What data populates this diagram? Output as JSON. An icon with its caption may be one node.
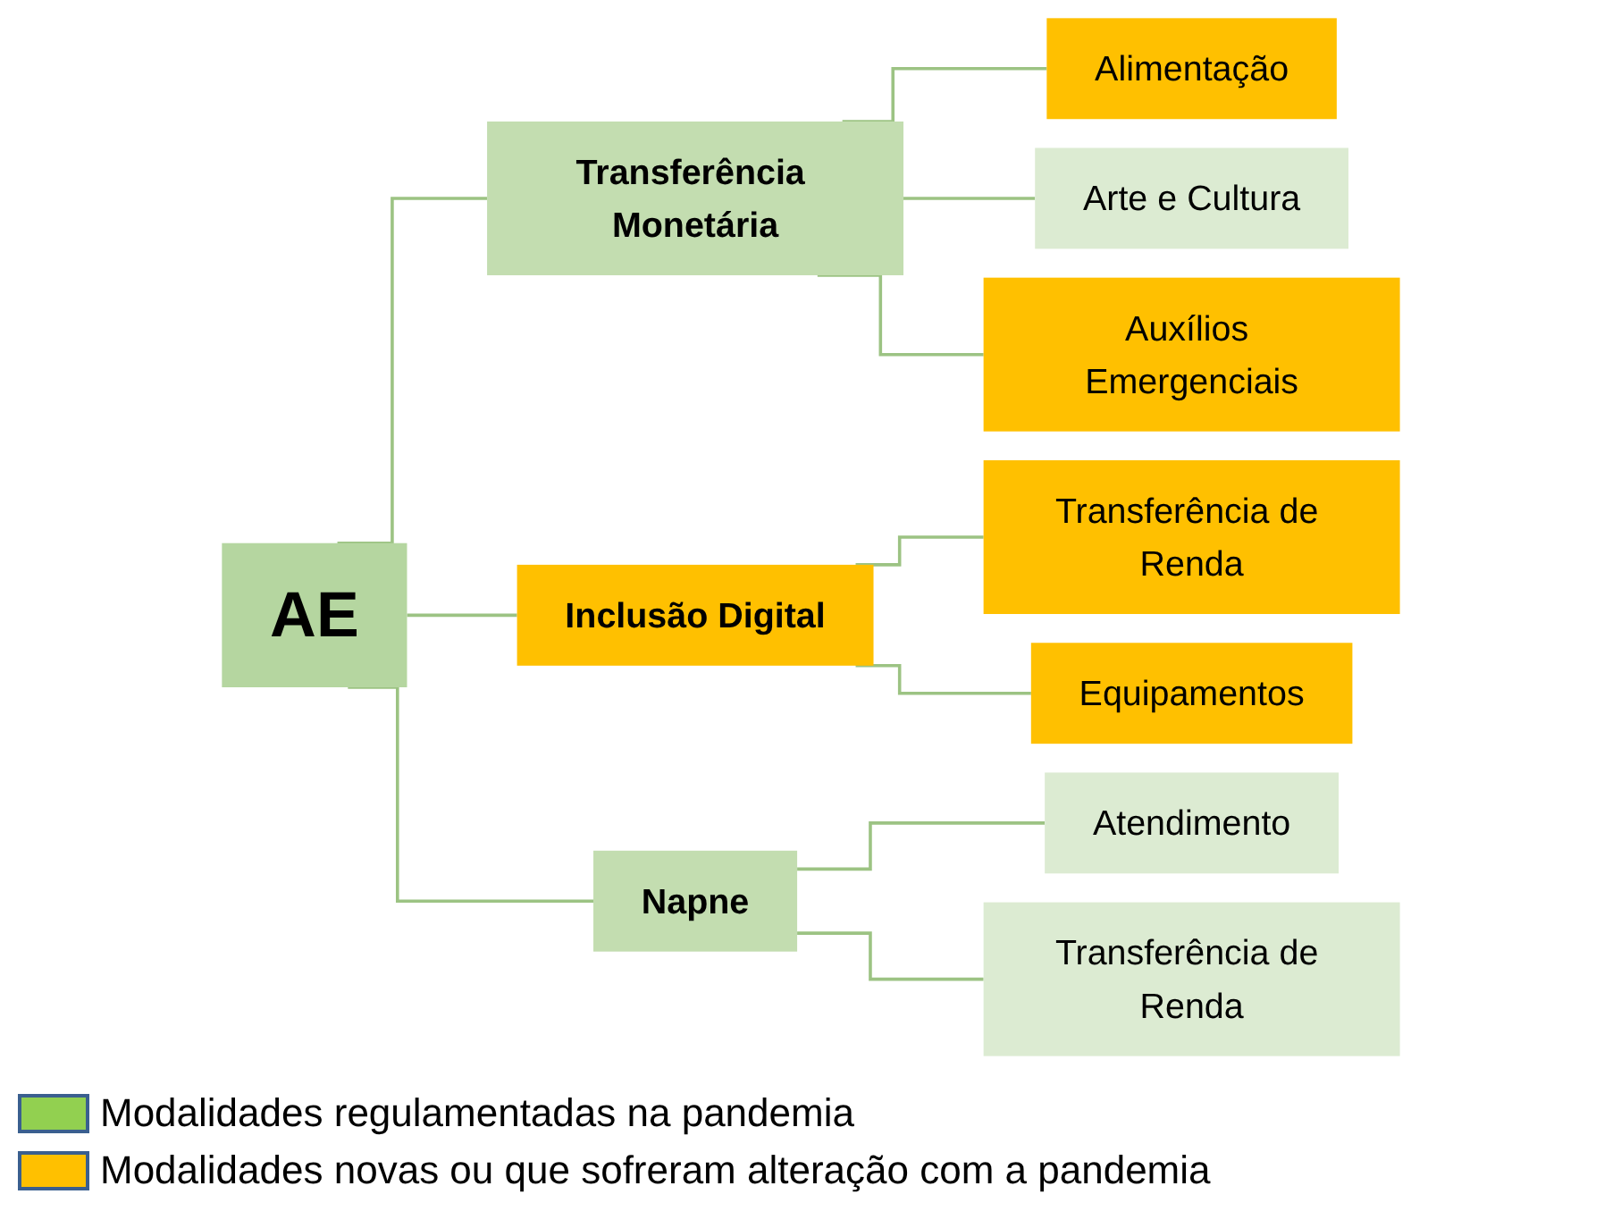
{
  "diagram": {
    "nodes": [
      {
        "text": [
          "AE"
        ]
      },
      {
        "text": [
          "Transferência Monetária"
        ]
      },
      {
        "text": [
          "Alimentação"
        ]
      },
      {
        "text": [
          "Arte e Cultura"
        ]
      },
      {
        "text": [
          "Auxílios Emergenciais"
        ]
      },
      {
        "text": [
          "Inclusão Digital"
        ]
      },
      {
        "text": [
          "Transferência de Renda"
        ]
      },
      {
        "text": [
          "Equipamentos"
        ]
      },
      {
        "text": [
          "Napne"
        ]
      },
      {
        "text": [
          "Atendimento"
        ]
      },
      {
        "text": [
          "Transferência de Renda"
        ]
      }
    ],
    "edges": [
      {
        "from": 0,
        "to": 1,
        "arrow": "none"
      },
      {
        "from": 0,
        "to": 5,
        "arrow": "none"
      },
      {
        "from": 0,
        "to": 8,
        "arrow": "none"
      },
      {
        "from": 1,
        "to": 2,
        "arrow": "none"
      },
      {
        "from": 1,
        "to": 3,
        "arrow": "none"
      },
      {
        "from": 1,
        "to": 4,
        "arrow": "none"
      },
      {
        "from": 5,
        "to": 6,
        "arrow": "none"
      },
      {
        "from": 5,
        "to": 7,
        "arrow": "none"
      },
      {
        "from": 8,
        "to": 9,
        "arrow": "none"
      },
      {
        "from": 8,
        "to": 10,
        "arrow": "none"
      }
    ],
    "legend": [
      {
        "text": "Modalidades regulamentadas na pandemia",
        "color": "#92d050"
      },
      {
        "text": "Modalidades novas ou que sofreram alteração com a pandemia",
        "color": "#ffc000"
      }
    ]
  }
}
